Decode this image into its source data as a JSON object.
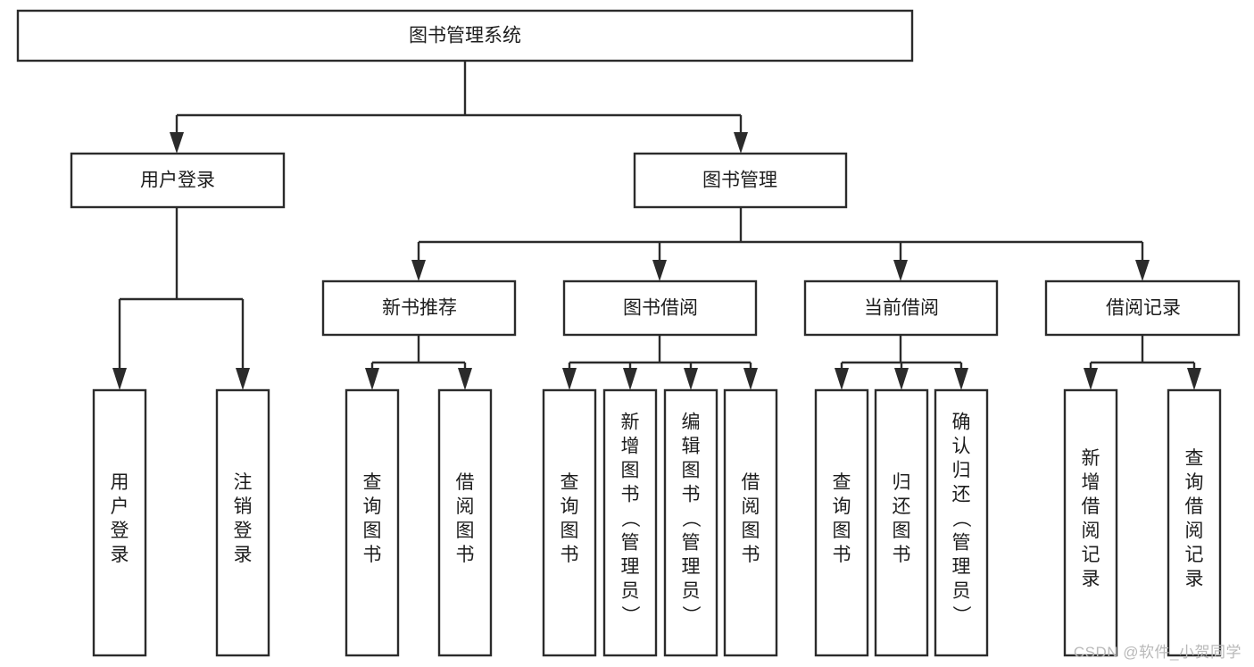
{
  "diagram": {
    "type": "tree-hierarchy",
    "title": "图书管理系统",
    "orientation": "top-down",
    "watermark": "CSDN @软件_小贺同学",
    "colors": {
      "stroke": "#2b2b2b",
      "node_fill": "#ffffff",
      "text": "#1d1d1d",
      "background": "#ffffff",
      "watermark": "#b9b9b9"
    },
    "levels": [
      {
        "level": 0,
        "nodes": [
          {
            "id": "root",
            "label": "图书管理系统",
            "text_orientation": "horizontal"
          }
        ]
      },
      {
        "level": 1,
        "nodes": [
          {
            "id": "login",
            "label": "用户登录",
            "parent": "root",
            "text_orientation": "horizontal"
          },
          {
            "id": "bookmgmt",
            "label": "图书管理",
            "parent": "root",
            "text_orientation": "horizontal"
          }
        ]
      },
      {
        "level": 2,
        "nodes": [
          {
            "id": "newbook",
            "label": "新书推荐",
            "parent": "bookmgmt",
            "text_orientation": "horizontal"
          },
          {
            "id": "borrow",
            "label": "图书借阅",
            "parent": "bookmgmt",
            "text_orientation": "horizontal"
          },
          {
            "id": "current",
            "label": "当前借阅",
            "parent": "bookmgmt",
            "text_orientation": "horizontal"
          },
          {
            "id": "records",
            "label": "借阅记录",
            "parent": "bookmgmt",
            "text_orientation": "horizontal"
          }
        ]
      },
      {
        "level": 3,
        "nodes": [
          {
            "id": "leaf-1",
            "label": "用户登录",
            "parent": "login",
            "text_orientation": "vertical"
          },
          {
            "id": "leaf-2",
            "label": "注销登录",
            "parent": "login",
            "text_orientation": "vertical"
          },
          {
            "id": "leaf-3",
            "label": "查询图书",
            "parent": "newbook",
            "text_orientation": "vertical"
          },
          {
            "id": "leaf-4",
            "label": "借阅图书",
            "parent": "newbook",
            "text_orientation": "vertical"
          },
          {
            "id": "leaf-5",
            "label": "查询图书",
            "parent": "borrow",
            "text_orientation": "vertical"
          },
          {
            "id": "leaf-6",
            "label": "新增图书（管理员）",
            "parent": "borrow",
            "text_orientation": "vertical"
          },
          {
            "id": "leaf-7",
            "label": "编辑图书（管理员）",
            "parent": "borrow",
            "text_orientation": "vertical"
          },
          {
            "id": "leaf-8",
            "label": "借阅图书",
            "parent": "borrow",
            "text_orientation": "vertical"
          },
          {
            "id": "leaf-9",
            "label": "查询图书",
            "parent": "current",
            "text_orientation": "vertical"
          },
          {
            "id": "leaf-10",
            "label": "归还图书",
            "parent": "current",
            "text_orientation": "vertical"
          },
          {
            "id": "leaf-11",
            "label": "确认归还（管理员）",
            "parent": "current",
            "text_orientation": "vertical"
          },
          {
            "id": "leaf-12",
            "label": "新增借阅记录",
            "parent": "records",
            "text_orientation": "vertical"
          },
          {
            "id": "leaf-13",
            "label": "查询借阅记录",
            "parent": "records",
            "text_orientation": "vertical"
          }
        ]
      }
    ]
  },
  "nodes": {
    "root": {
      "label": "图书管理系统"
    },
    "login": {
      "label": "用户登录"
    },
    "bookmgmt": {
      "label": "图书管理"
    },
    "newbook": {
      "label": "新书推荐"
    },
    "borrow": {
      "label": "图书借阅"
    },
    "current": {
      "label": "当前借阅"
    },
    "records": {
      "label": "借阅记录"
    },
    "leaf1": {
      "label": "用户登录"
    },
    "leaf2": {
      "label": "注销登录"
    },
    "leaf3": {
      "label": "查询图书"
    },
    "leaf4": {
      "label": "借阅图书"
    },
    "leaf5": {
      "label": "查询图书"
    },
    "leaf6": {
      "label": "新增图书（管理员）"
    },
    "leaf7": {
      "label": "编辑图书（管理员）"
    },
    "leaf8": {
      "label": "借阅图书"
    },
    "leaf9": {
      "label": "查询图书"
    },
    "leaf10": {
      "label": "归还图书"
    },
    "leaf11": {
      "label": "确认归还（管理员）"
    },
    "leaf12": {
      "label": "新增借阅记录"
    },
    "leaf13": {
      "label": "查询借阅记录"
    }
  },
  "footer": {
    "watermark": "CSDN @软件_小贺同学"
  }
}
